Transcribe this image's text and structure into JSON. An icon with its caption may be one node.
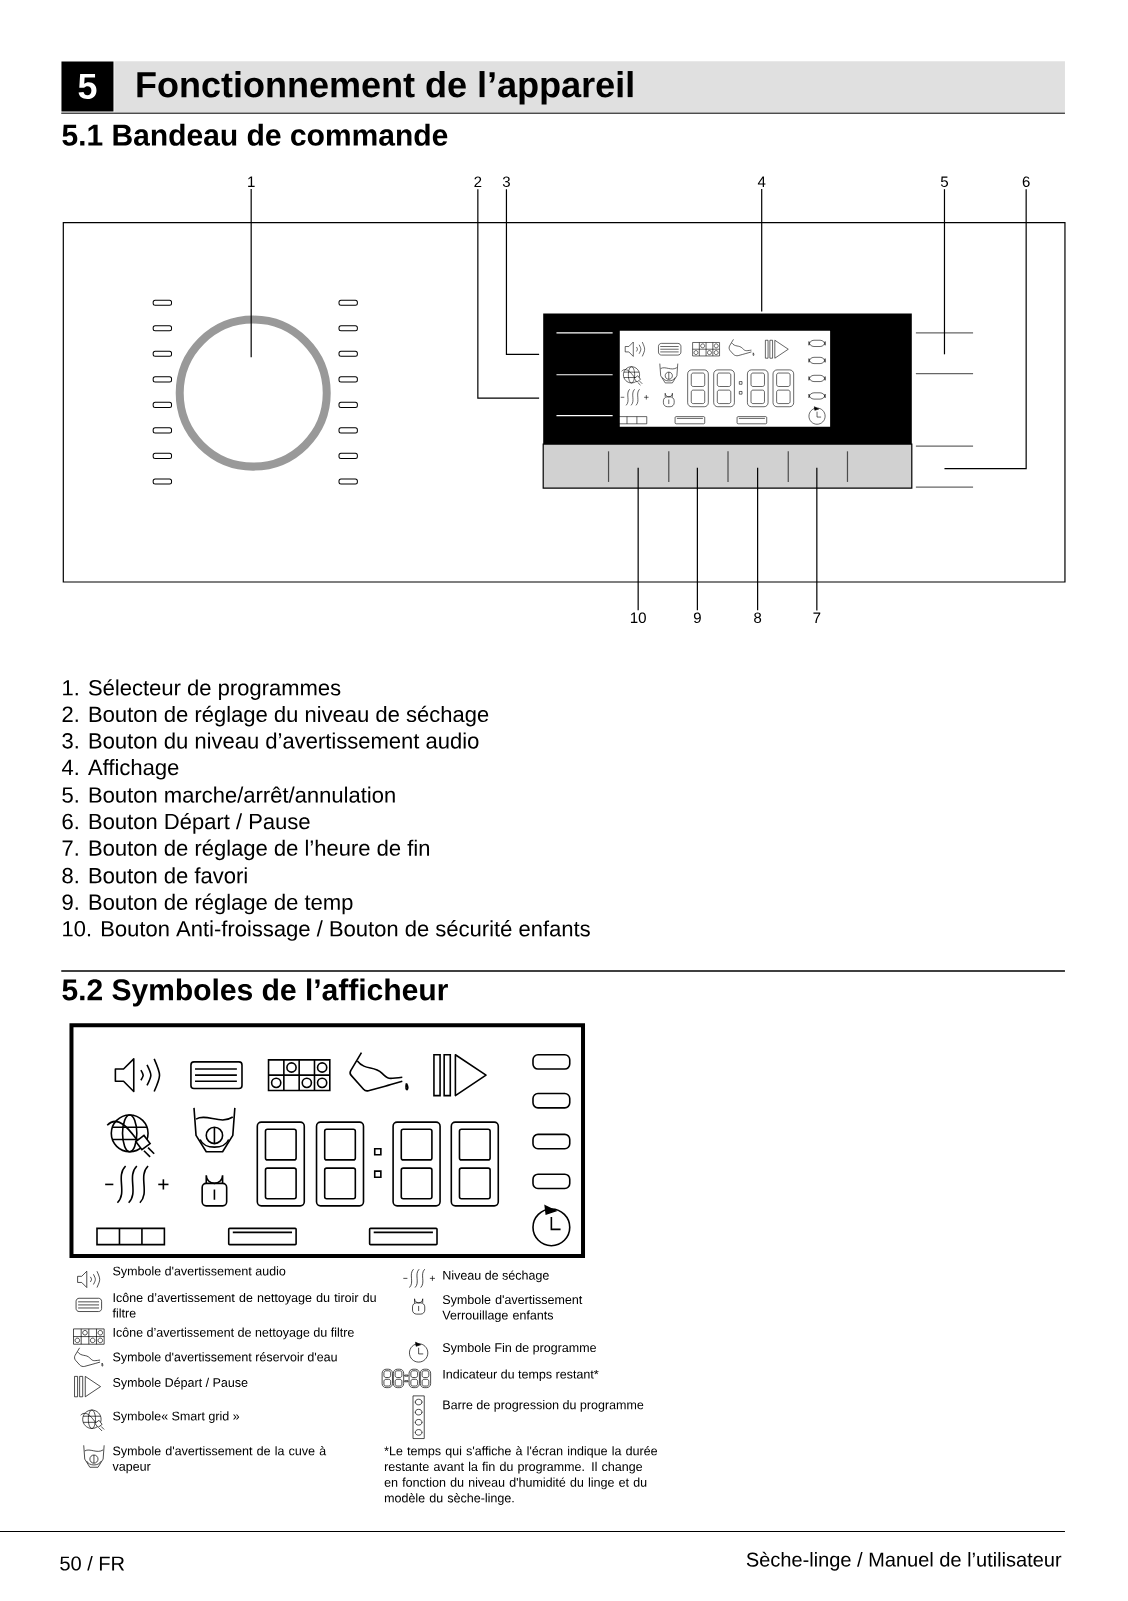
{
  "diagram": {
    "title": "Fonctionnement de l’appareil",
    "nodes": [
      {
        "text": [
          "1"
        ]
      },
      {
        "text": [
          "2"
        ]
      },
      {
        "text": [
          "3"
        ]
      },
      {
        "text": [
          "4"
        ]
      },
      {
        "text": [
          "5"
        ]
      },
      {
        "text": [
          "6"
        ]
      },
      {
        "text": [
          "10"
        ]
      },
      {
        "text": [
          "9"
        ]
      },
      {
        "text": [
          "8"
        ]
      },
      {
        "text": [
          "7"
        ]
      }
    ],
    "edges": [
      {
        "from": 0,
        "to": null,
        "arrow": "none"
      },
      {
        "from": 1,
        "to": null,
        "arrow": "none"
      },
      {
        "from": 2,
        "to": null,
        "arrow": "none"
      },
      {
        "from": 3,
        "to": null,
        "arrow": "none"
      },
      {
        "from": 4,
        "to": null,
        "arrow": "none"
      },
      {
        "from": 5,
        "to": null,
        "arrow": "none"
      },
      {
        "from": 6,
        "to": null,
        "arrow": "none"
      },
      {
        "from": 7,
        "to": null,
        "arrow": "none"
      },
      {
        "from": 8,
        "to": null,
        "arrow": "none"
      },
      {
        "from": 9,
        "to": null,
        "arrow": "none"
      }
    ],
    "labels": [
      "5",
      "5.1 Bandeau de commande",
      "1. Sélecteur de programmes",
      "2. Bouton de réglage du niveau de séchage",
      "3. Bouton du niveau d’avertissement audio",
      "4. Affichage",
      "5. Bouton marche/arrêt/annulation",
      "6. Bouton Départ / Pause",
      "7. Bouton de réglage de l’heure de fin",
      "8. Bouton de favori",
      "9. Bouton de réglage de temp",
      "10. Bouton Anti-froissage / Bouton de sécurité enfants",
      "5.2 Symboles de l’afficheur",
      "*Le temps qui s'affiche à l'écran indique la durée restante avant la fin du programme. Il change en fonction du niveau d'humidité du linge et du modèle du sèche-linge.",
      "50 / FR",
      "Sèche-linge / Manuel de l’utilisateur"
    ],
    "legend": [
      {
        "text": "Symbole d'avertissement audio"
      },
      {
        "text": "Icône d’avertissement de nettoyage du tiroir du filtre"
      },
      {
        "text": "Icône d’avertissement de nettoyage du filtre"
      },
      {
        "text": "Symbole d'avertissement réservoir d'eau"
      },
      {
        "text": "Symbole Départ / Pause"
      },
      {
        "text": "Symbole« Smart grid »"
      },
      {
        "text": "Symbole d'avertissement de la cuve à vapeur"
      },
      {
        "text": "Niveau de séchage"
      },
      {
        "text": "Symbole d'avertissement Verrouillage enfants"
      },
      {
        "text": "Symbole Fin de programme"
      },
      {
        "text": "Indicateur du temps restant*"
      },
      {
        "text": "Barre de progression du programme"
      }
    ]
  }
}
